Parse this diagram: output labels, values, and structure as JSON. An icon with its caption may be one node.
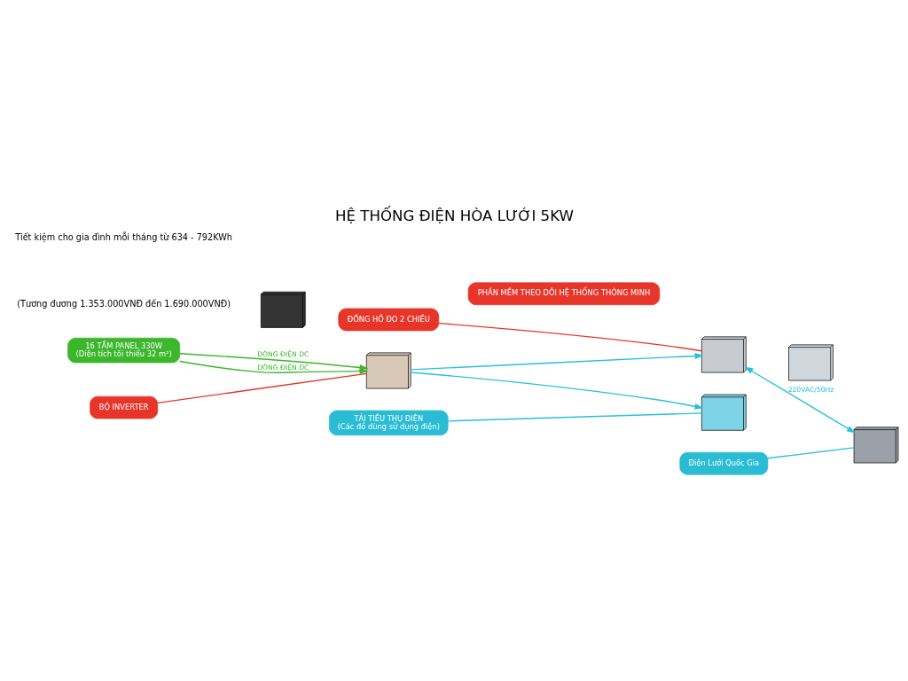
{
  "diagram": {
    "title": "HỆ THỐNG ĐIỆN HÒA LƯỚI 5KW",
    "nodes": [
      {
        "text": [
          "16 TẤM PANEL 330W",
          "(Diện tích tối thiểu 32 m²)"
        ]
      },
      {
        "text": [],
        "shape": "picture"
      },
      {
        "text": [
          "BỘ INVERTER"
        ]
      },
      {
        "text": [],
        "shape": "picture"
      },
      {
        "text": [
          "ĐỒNG HỒ ĐO 2 CHIỀU"
        ]
      },
      {
        "text": [],
        "shape": "picture"
      },
      {
        "text": [
          "Điện Lưới Quốc Gia"
        ]
      },
      {
        "text": [],
        "shape": "picture"
      },
      {
        "text": [
          "TẢI TIÊU THỤ ĐIỆN",
          "(Các đồ dùng sử dụng điện)"
        ]
      },
      {
        "text": [],
        "shape": "picture"
      },
      {
        "text": [
          "PHẦN MỀM THEO DÕI HỆ THỐNG THÔNG MINH"
        ]
      },
      {
        "text": [],
        "shape": "picture"
      }
    ],
    "edges": [
      {
        "from": 0,
        "to": 1,
        "arrow": "to",
        "label": "DÒNG ĐIỆN DC",
        "color": "#3cb72c"
      },
      {
        "from": 0,
        "to": 1,
        "arrow": "to",
        "label": "DÒNG ĐIỆN DC",
        "color": "#3cb72c"
      },
      {
        "from": 1,
        "to": 3,
        "arrow": "to",
        "color": "#29c0d8"
      },
      {
        "from": 1,
        "to": 7,
        "arrow": "to",
        "color": "#29c0d8"
      },
      {
        "from": 3,
        "to": 5,
        "arrow": "both",
        "label": "220VAC/50Hz",
        "color": "#29c0d8"
      },
      {
        "from": 2,
        "to": 1,
        "arrow": "none",
        "color": "#e8352a"
      },
      {
        "from": 4,
        "to": 3,
        "arrow": "none",
        "color": "#e8352a"
      },
      {
        "from": 6,
        "to": 5,
        "arrow": "none",
        "color": "#29c0d8"
      },
      {
        "from": 8,
        "to": 7,
        "arrow": "none",
        "color": "#29c0d8"
      }
    ],
    "labels": [
      "Tiết kiệm cho gia đình mỗi tháng từ 634 - 792KWh",
      "(Tương đương 1.353.000VNĐ đến 1.690.000VNĐ)"
    ]
  }
}
